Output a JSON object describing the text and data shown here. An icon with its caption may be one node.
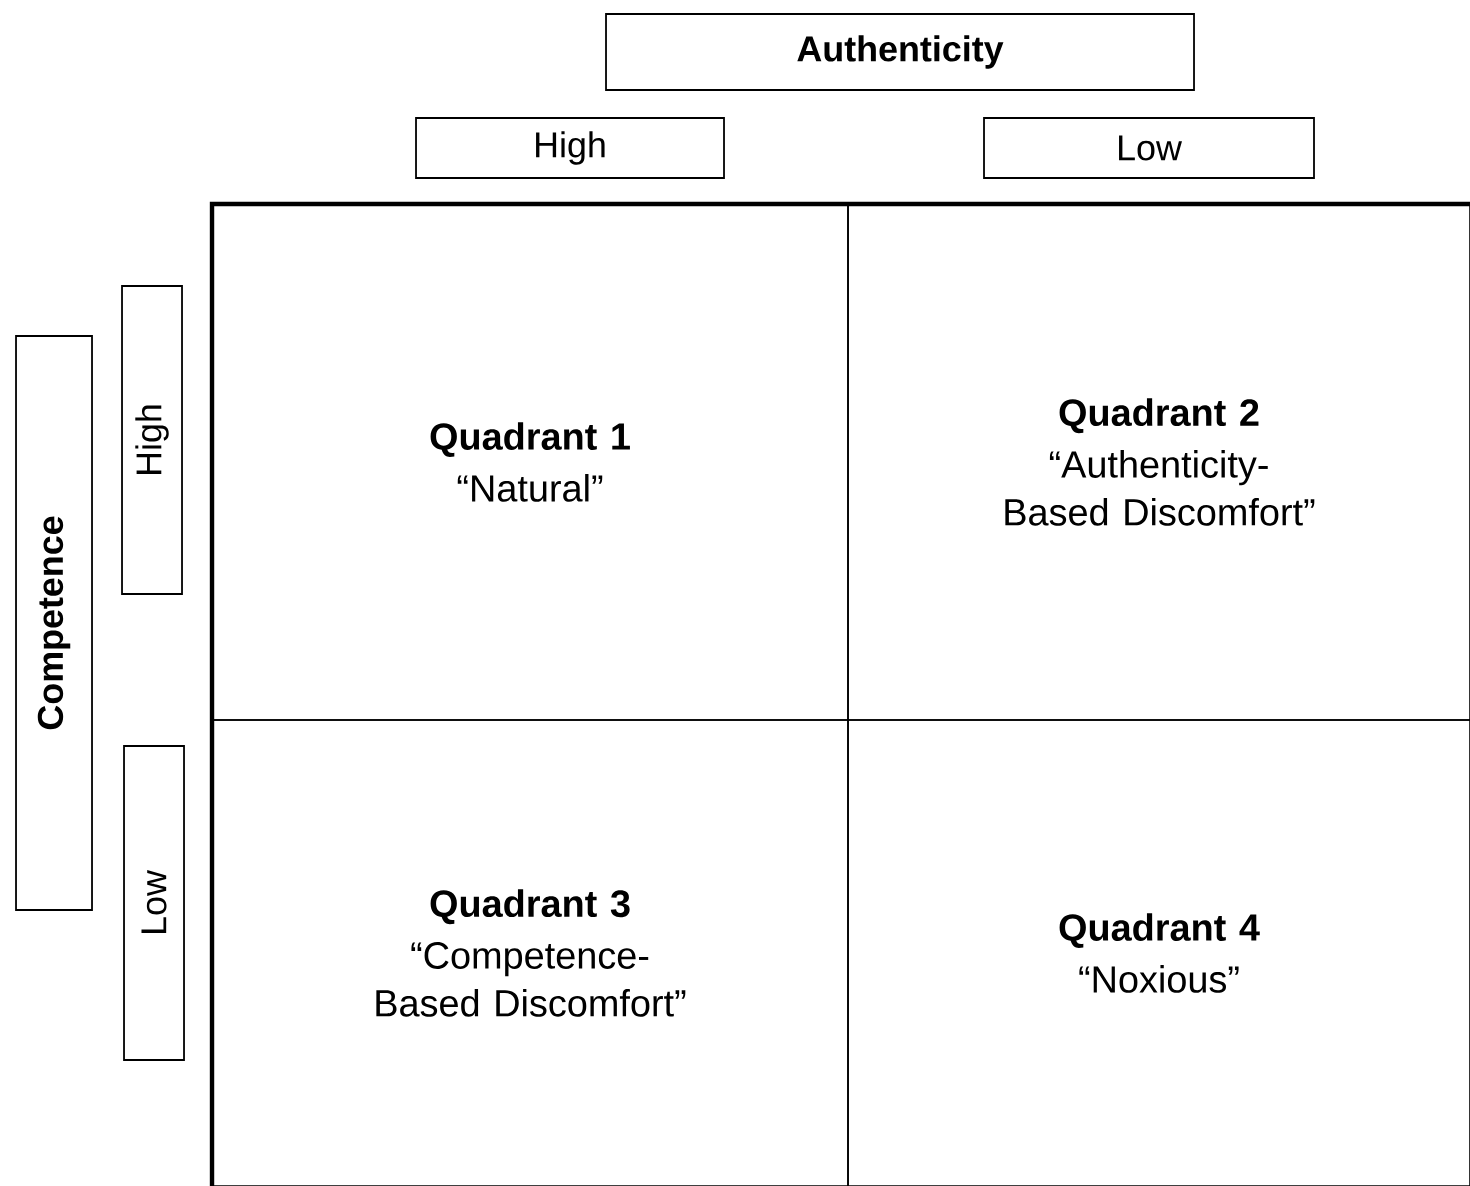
{
  "diagram": {
    "nodes": [
      {
        "text": [
          "Authenticity"
        ]
      },
      {
        "text": [
          "High"
        ]
      },
      {
        "text": [
          "Low"
        ]
      },
      {
        "text": [
          "Competence"
        ]
      },
      {
        "text": [
          "High"
        ]
      },
      {
        "text": [
          "Low"
        ]
      },
      {
        "text": [
          "Quadrant 1",
          "“Natural”"
        ]
      },
      {
        "text": [
          "Quadrant 2",
          "“Authenticity-Based Discomfort”"
        ]
      },
      {
        "text": [
          "Quadrant 3",
          "“Competence-Based Discomfort”"
        ]
      },
      {
        "text": [
          "Quadrant 4",
          "“Noxious”"
        ]
      }
    ]
  }
}
